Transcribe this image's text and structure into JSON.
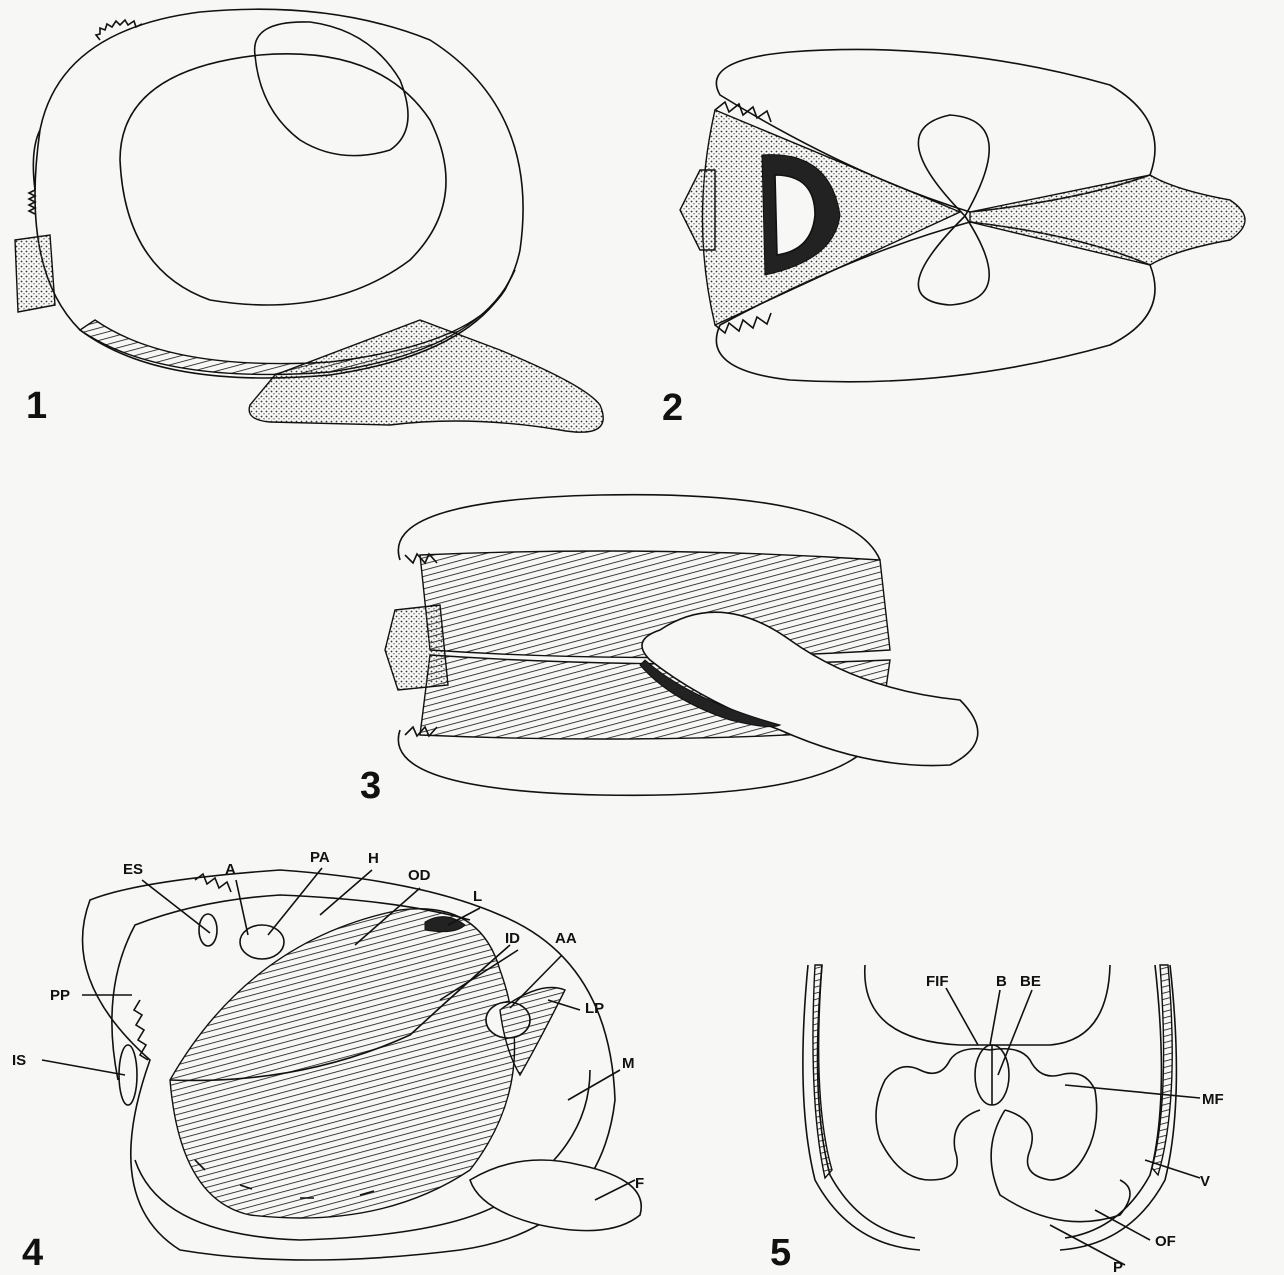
{
  "figures": [
    {
      "id": "fig1",
      "number": "1"
    },
    {
      "id": "fig2",
      "number": "2"
    },
    {
      "id": "fig3",
      "number": "3"
    },
    {
      "id": "fig4",
      "number": "4"
    },
    {
      "id": "fig5",
      "number": "5"
    }
  ],
  "fig4_labels": {
    "ES": "ES",
    "A": "A",
    "PA": "PA",
    "H": "H",
    "OD": "OD",
    "L": "L",
    "ID": "ID",
    "AA": "AA",
    "LP": "LP",
    "PP": "PP",
    "IS": "IS",
    "M": "M",
    "F": "F"
  },
  "fig5_labels": {
    "FIF": "FIF",
    "B": "B",
    "BE": "BE",
    "MF": "MF",
    "V": "V",
    "OF": "OF",
    "P": "P"
  },
  "colors": {
    "ink": "#111111",
    "paper": "#f7f7f5"
  }
}
